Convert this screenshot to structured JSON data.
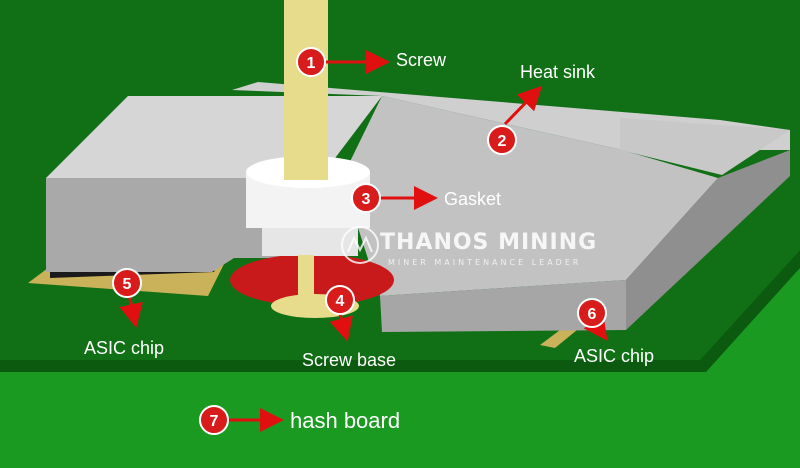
{
  "labels": {
    "screw": "Screw",
    "heat_sink": "Heat sink",
    "gasket": "Gasket",
    "screw_base": "Screw base",
    "asic_chip_left": "ASIC chip",
    "asic_chip_right": "ASIC chip",
    "hash_board": "hash board"
  },
  "markers": [
    "1",
    "2",
    "3",
    "4",
    "5",
    "6",
    "7"
  ],
  "watermark": {
    "title": "THANOS MINING",
    "subtitle": "MINER MAINTENANCE LEADER"
  },
  "colors": {
    "board": "#0f6b12",
    "marker": "#d81b1b",
    "arrow": "#e01010",
    "heat_sink": "#bdbdbd",
    "screw": "#e6dc8c",
    "screw_base": "#c81a1a"
  }
}
